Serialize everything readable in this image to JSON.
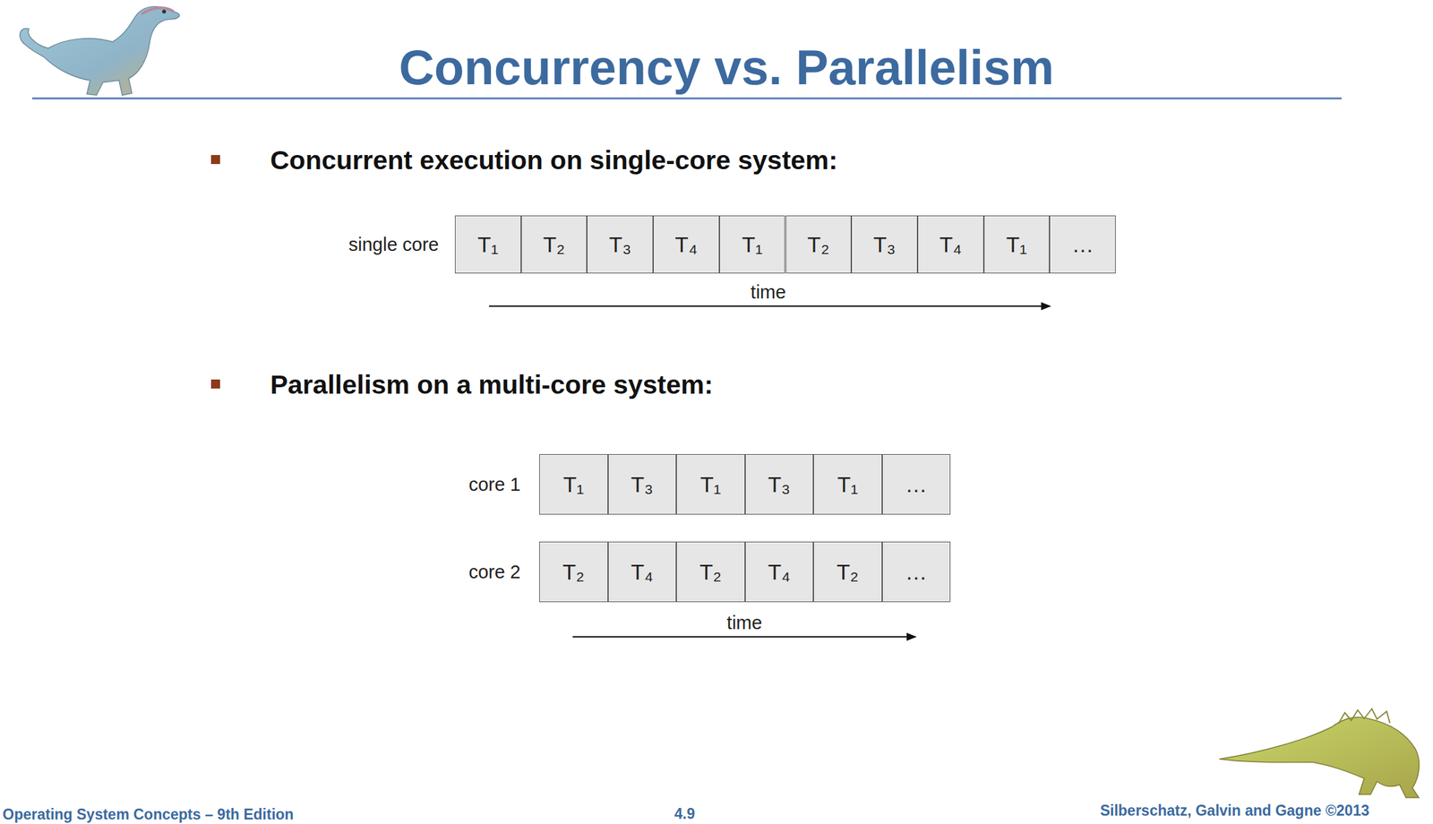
{
  "diagram": {
    "title": "Concurrency vs. Parallelism",
    "nodes": [
      {
        "text": [
          "T₁"
        ]
      },
      {
        "text": [
          "T₂"
        ]
      },
      {
        "text": [
          "T₃"
        ]
      },
      {
        "text": [
          "T₄"
        ]
      },
      {
        "text": [
          "T₁"
        ]
      },
      {
        "text": [
          "T₂"
        ]
      },
      {
        "text": [
          "T₃"
        ]
      },
      {
        "text": [
          "T₄"
        ]
      },
      {
        "text": [
          "T₁"
        ]
      },
      {
        "text": [
          "…"
        ]
      },
      {
        "text": [
          "T₁"
        ]
      },
      {
        "text": [
          "T₃"
        ]
      },
      {
        "text": [
          "T₁"
        ]
      },
      {
        "text": [
          "T₃"
        ]
      },
      {
        "text": [
          "T₁"
        ]
      },
      {
        "text": [
          "…"
        ]
      },
      {
        "text": [
          "T₂"
        ]
      },
      {
        "text": [
          "T₄"
        ]
      },
      {
        "text": [
          "T₂"
        ]
      },
      {
        "text": [
          "T₄"
        ]
      },
      {
        "text": [
          "T₂"
        ]
      },
      {
        "text": [
          "…"
        ]
      }
    ],
    "labels": [
      "Concurrent execution on single-core system:",
      "single core",
      "time",
      "Parallelism on a multi-core system:",
      "core 1",
      "core 2",
      "time",
      "Operating System Concepts – 9th Edition",
      "4.9",
      "Silberschatz, Galvin and Gagne ©2013"
    ]
  }
}
